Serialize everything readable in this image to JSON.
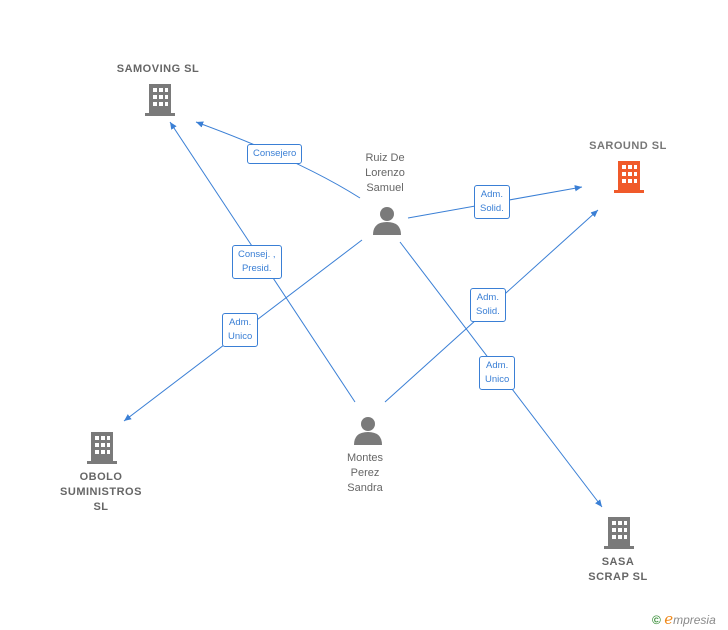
{
  "colors": {
    "edge": "#3a7fd5",
    "building": "#7a7a7a",
    "building_highlight": "#f05a2a",
    "person": "#7a7a7a"
  },
  "nodes": {
    "samoving": {
      "label": "SAMOVING  SL",
      "type": "company"
    },
    "saround": {
      "label": "SAROUND  SL",
      "type": "company",
      "highlight": true
    },
    "obolo": {
      "label": "OBOLO\nSUMINISTROS\nSL",
      "type": "company"
    },
    "sasa": {
      "label": "SASA\nSCRAP  SL",
      "type": "company"
    },
    "ruiz": {
      "label": "Ruiz De\nLorenzo\nSamuel",
      "type": "person"
    },
    "montes": {
      "label": "Montes\nPerez\nSandra",
      "type": "person"
    }
  },
  "edges": [
    {
      "from": "ruiz",
      "to": "samoving",
      "label": "Consejero"
    },
    {
      "from": "ruiz",
      "to": "saround",
      "label": "Adm.\nSolid."
    },
    {
      "from": "ruiz",
      "to": "obolo",
      "label": "Adm.\nUnico"
    },
    {
      "from": "ruiz",
      "to": "sasa",
      "label": "Adm.\nUnico"
    },
    {
      "from": "montes",
      "to": "samoving",
      "label": "Consej. ,\nPresid."
    },
    {
      "from": "montes",
      "to": "saround",
      "label": "Adm.\nSolid."
    }
  ],
  "brand": {
    "copyright": "©",
    "e": "e",
    "rest": "mpresia"
  }
}
